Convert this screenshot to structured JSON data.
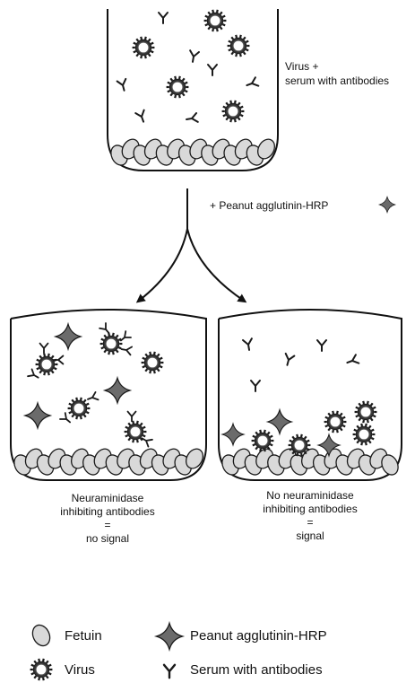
{
  "top_well": {
    "caption_line1": "Virus +",
    "caption_line2": "serum with antibodies"
  },
  "step": {
    "reagent_label": "+ Peanut agglutinin-HRP"
  },
  "left_well": {
    "caption_line1": "Neuraminidase",
    "caption_line2": "inhibiting antibodies",
    "caption_line3": "=",
    "caption_line4": "no signal"
  },
  "right_well": {
    "caption_line1": "No neuraminidase",
    "caption_line2": "inhibiting antibodies",
    "caption_line3": "=",
    "caption_line4": "signal"
  },
  "legend": {
    "fetuin": "Fetuin",
    "virus": "Virus",
    "peanut_agglutinin": "Peanut agglutinin-HRP",
    "serum": "Serum with antibodies"
  },
  "colors": {
    "outline": "#1a1a1a",
    "fetuin_fill": "#d9d9d9",
    "star_fill": "#6b6b6b",
    "virus_inner": "#ffffff"
  },
  "icons": [
    "fetuin-icon",
    "virus-icon",
    "peanut-agglutinin-hrp-icon",
    "antibody-icon"
  ]
}
